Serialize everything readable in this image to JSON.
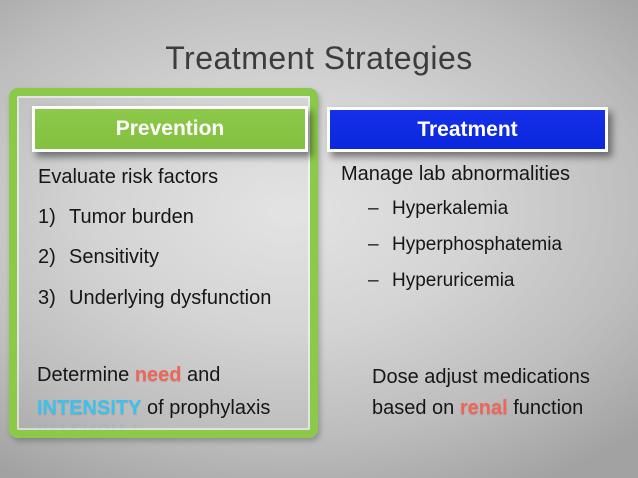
{
  "slide": {
    "title": "Treatment Strategies"
  },
  "colors": {
    "prevention_green": "#8cc84a",
    "treatment_blue": "#0b27dd",
    "highlight_coral": "#e8695a",
    "highlight_cyan": "#3fc0ea"
  },
  "prevention": {
    "header": "Prevention",
    "intro": "Evaluate risk factors",
    "items": [
      {
        "num": "1)",
        "label": "Tumor burden"
      },
      {
        "num": "2)",
        "label": "Sensitivity"
      },
      {
        "num": "3)",
        "label": "Underlying dysfunction"
      }
    ],
    "determine_pre": "Determine ",
    "determine_highlight": "need",
    "determine_post": " and",
    "intensity_highlight": "INTENSITY",
    "intensity_post": " of prophylaxis"
  },
  "treatment": {
    "header": "Treatment",
    "intro": "Manage lab abnormalities",
    "bullet_dash": "–",
    "items": [
      "Hyperkalemia",
      "Hyperphosphatemia",
      "Hyperuricemia"
    ],
    "dose_line1": "Dose adjust medications",
    "dose_pre": "based on ",
    "dose_highlight": "renal",
    "dose_post": " function"
  }
}
